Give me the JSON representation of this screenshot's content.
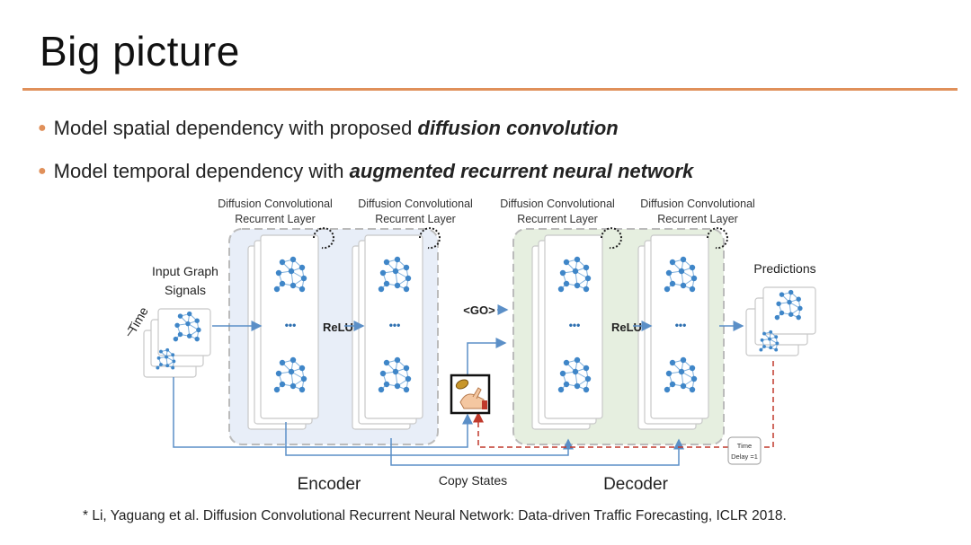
{
  "slide": {
    "title": "Big picture",
    "bullets": [
      {
        "prefix": "Model spatial dependency with proposed ",
        "emph": "diffusion convolution"
      },
      {
        "prefix": "Model temporal dependency with ",
        "emph": "augmented recurrent neural network"
      }
    ],
    "footnote": "* Li, Yaguang et al. Diffusion Convolutional Recurrent Neural Network: Data-driven Traffic Forecasting, ICLR 2018."
  },
  "diagram": {
    "layer_label_line1": "Diffusion Convolutional",
    "layer_label_line2": "Recurrent Layer",
    "input_label_line1": "Input Graph",
    "input_label_line2": "Signals",
    "time_label": "Time",
    "relu_label": "ReLU",
    "go_label": "<GO>",
    "predictions_label": "Predictions",
    "encoder_label": "Encoder",
    "decoder_label": "Decoder",
    "copy_states_label": "Copy States",
    "time_delay_line1": "Time",
    "time_delay_line2": "Delay =1",
    "ellipsis": "•••",
    "colors": {
      "encoder_bg": "#e8eef8",
      "decoder_bg": "#e6efe0",
      "node": "#3f86c8",
      "arrow": "#5b8fc7",
      "dashed_red": "#c0392b",
      "accent_rule": "#e0905a"
    }
  }
}
